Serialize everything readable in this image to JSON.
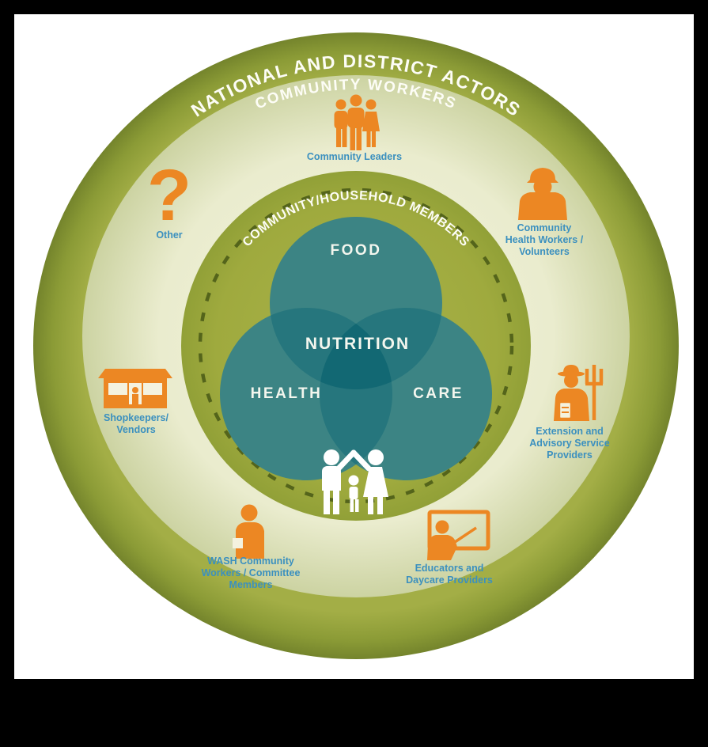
{
  "figure": {
    "rings": {
      "outer_label": "NATIONAL AND DISTRICT ACTORS",
      "middle_label": "COMMUNITY WORKERS",
      "inner_label": "COMMUNITY/HOUSEHOLD MEMBERS"
    },
    "venn": {
      "top_label": "FOOD",
      "left_label": "HEALTH",
      "right_label": "CARE",
      "center_label": "NUTRITION"
    },
    "actors": {
      "community_leaders": {
        "line1": "Community Leaders"
      },
      "other": {
        "line1": "Other",
        "glyph": "?"
      },
      "community_health_workers": {
        "line1": "Community",
        "line2": "Health Workers /",
        "line3": "Volunteers"
      },
      "shopkeepers_vendors": {
        "line1": "Shopkeepers/",
        "line2": "Vendors"
      },
      "extension_advisory": {
        "line1": "Extension and",
        "line2": "Advisory Service",
        "line3": "Providers"
      },
      "wash_workers": {
        "line1": "WASH Community",
        "line2": "Workers / Committee",
        "line3": "Members"
      },
      "educators_daycare": {
        "line1": "Educators and",
        "line2": "Daycare Providers"
      }
    },
    "colors": {
      "frame_black": "#000000",
      "canvas_white": "#ffffff",
      "outer_ring_olive": "#98a73c",
      "outer_ring_edge": "#74842c",
      "pale_ring": "#eceed2",
      "inner_disc_olive": "#9faa3e",
      "venn_teal": "#3c8484",
      "venn_overlap": "#26767d",
      "venn_core": "#126873",
      "dashed_circle": "#54641b",
      "icon_orange": "#ec8723",
      "label_blue": "#3b90bf",
      "ring_text_white": "#ffffff"
    }
  }
}
